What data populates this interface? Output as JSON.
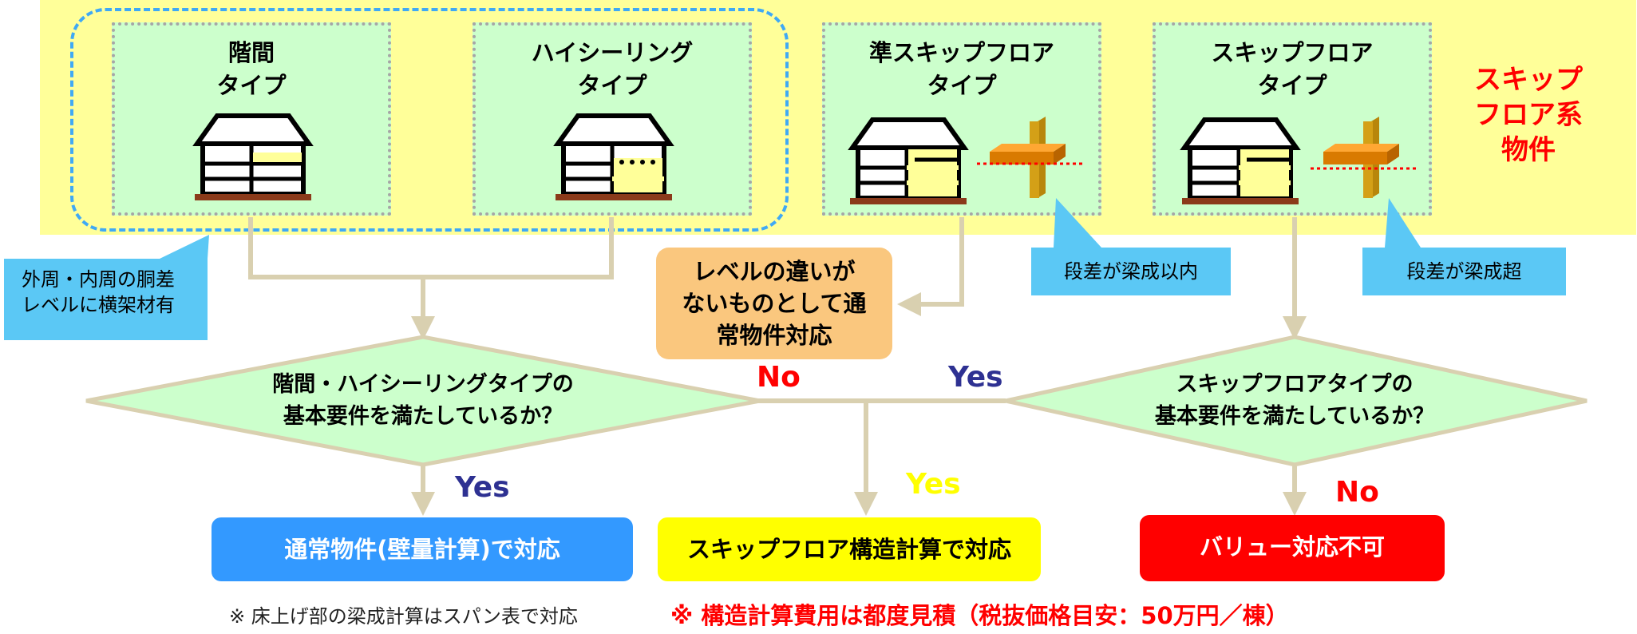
{
  "types": [
    {
      "line1": "階間",
      "line2": "タイプ"
    },
    {
      "line1": "ハイシーリング",
      "line2": "タイプ"
    },
    {
      "line1": "準スキップフロア",
      "line2": "タイプ"
    },
    {
      "line1": "スキップフロア",
      "line2": "タイプ"
    }
  ],
  "side_label": {
    "line1": "スキップ",
    "line2": "フロア系",
    "line3": "物件"
  },
  "callouts": {
    "left": {
      "line1": "外周・内周の胴差",
      "line2": "レベルに横架材有"
    },
    "mid": "段差が梁成以内",
    "right": "段差が梁成超"
  },
  "level_note": {
    "line1": "レベルの違いが",
    "line2": "ないものとして通",
    "line3": "常物件対応"
  },
  "decisions": {
    "left": {
      "line1": "階間・ハイシーリングタイプの",
      "line2": "基本要件を満たしているか？"
    },
    "right": {
      "line1": "スキップフロアタイプの",
      "line2": "基本要件を満たしているか？"
    }
  },
  "branch_labels": {
    "left_no": "No",
    "right_yes": "Yes",
    "left_yes": "Yes",
    "center_yes": "Yes",
    "right_no": "No"
  },
  "results": {
    "left": "通常物件(壁量計算)で対応",
    "center": "スキップフロア構造計算で対応",
    "right": "バリュー対応不可"
  },
  "notes": {
    "left": "※ 床上げ部の梁成計算はスパン表で対応",
    "right": "※ 構造計算費用は都度見積（税抜価格目安：50万円／棟）"
  },
  "colors": {
    "band": "#ffff99",
    "type_box": "#ccffcc",
    "group_border": "#3fa9f5",
    "callout": "#5bc8f5",
    "result_left": "#3399ff",
    "result_center": "#ffff00",
    "result_right": "#ff0000",
    "connector": "#d9d0b0"
  }
}
